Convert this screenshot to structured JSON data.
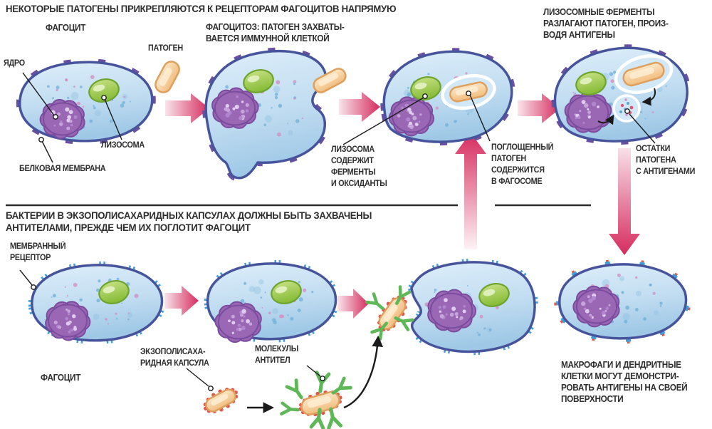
{
  "titles": {
    "top": "НЕКОТОРЫЕ ПАТОГЕНЫ ПРИКРЕПЛЯЮТСЯ К РЕЦЕПТОРАМ ФАГОЦИТОВ НАПРЯМУЮ",
    "section2_line1": "БАКТЕРИИ В ЭКЗОПОЛИСАХАРИДНЫХ КАПСУЛАХ ДОЛЖНЫ БЫТЬ ЗАХВАЧЕНЫ",
    "section2_line2": "АНТИТЕЛАМИ, ПРЕЖДЕ ЧЕМ ИХ ПОГЛОТИТ ФАГОЦИТ"
  },
  "captions": {
    "phagocyte_top": "ФАГОЦИТ",
    "phagocyte_bottom": "ФАГОЦИТ",
    "phagocytosis_l1": "ФАГОЦИТОЗ: ПАТОГЕН ЗАХВАТЫ-",
    "phagocytosis_l2": "ВАЕТСЯ ИММУННОЙ КЛЕТКОЙ",
    "lysosomal_l1": "ЛИЗОСОМНЫЕ ФЕРМЕНТЫ",
    "lysosomal_l2": "РАЗЛАГАЮТ ПАТОГЕН, ПРОИЗ-",
    "lysosomal_l3": "ВОДЯ АНТИГЕНЫ",
    "makrofagi_l1": "МАКРОФАГИ И ДЕНДРИТНЫЕ",
    "makrofagi_l2": "КЛЕТКИ МОГУТ ДЕМОНСТРИ-",
    "makrofagi_l3": "РОВАТЬ АНТИГЕНЫ НА СВОЕЙ",
    "makrofagi_l4": "ПОВЕРХНОСТИ"
  },
  "labels": {
    "yadro": "ЯДРО",
    "patogen": "ПАТОГЕН",
    "lizosoma": "ЛИЗОСОМА",
    "belkovaya": "БЕЛКОВАЯ МЕМБРАНА",
    "lizosoma_soderzhit": [
      "ЛИЗОСОМА",
      "СОДЕРЖИТ",
      "ФЕРМЕНТЫ",
      "И ОКСИДАНТЫ"
    ],
    "pogloshchennyi": [
      "ПОГЛОЩЕННЫЙ",
      "ПАТОГЕН",
      "СОДЕРЖИТСЯ",
      "В ФАГОСОМЕ"
    ],
    "ostatki": [
      "ОСТАТКИ",
      "ПАТОГЕНА",
      "С АНТИГЕНАМИ"
    ],
    "membrannyi": [
      "МЕМБРАННЫЙ",
      "РЕЦЕПТОР"
    ],
    "ekzo": [
      "ЭКЗОПОЛИСАХА-",
      "РИДНАЯ КАПСУЛА"
    ],
    "molekuly": [
      "МОЛЕКУЛЫ",
      "АНТИТЕЛ"
    ]
  },
  "colors": {
    "text": "#2d2d2d",
    "accent_pink": "#d62b5e",
    "cell_fill": "#bcd9ee",
    "cell_outline": "#47549b",
    "receptor_purple": "#6b4fa0",
    "receptor_blue": "#3f9fdc",
    "nucleus_purple": "#9a67b5",
    "lysosome_green": "#97c83e",
    "pathogen_orange": "#f4c388",
    "antibody_green": "#5eb857",
    "antigen_red": "#e8543f"
  }
}
